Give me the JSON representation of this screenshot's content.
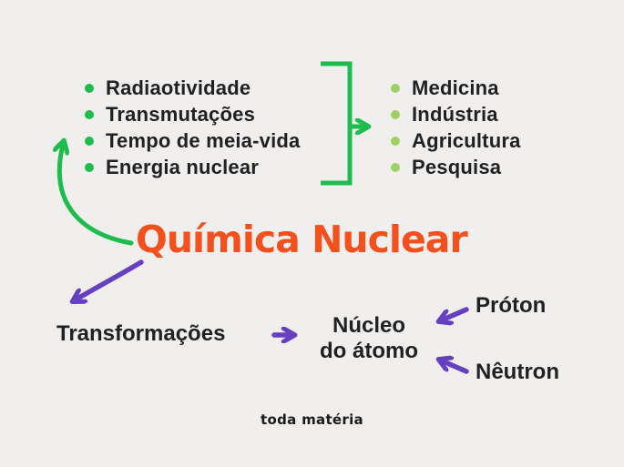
{
  "background": "#f0efee",
  "colors": {
    "green": "#1ebc4d",
    "light_green": "#9ed162",
    "orange": "#f4501e",
    "purple": "#6540c1",
    "text": "#212121"
  },
  "title": {
    "text": "Química Nuclear"
  },
  "concepts": {
    "items": [
      "Radiaotividade",
      "Transmutações",
      "Tempo de meia-vida",
      "Energia nuclear"
    ]
  },
  "applications": {
    "items": [
      "Medicina",
      "Indústria",
      "Agricultura",
      "Pesquisa"
    ]
  },
  "bottom_map": {
    "transformacoes_label": "Transformações",
    "nucleo_line1": "Núcleo",
    "nucleo_line2": "do átomo",
    "proton_label": "Próton",
    "neutron_label": "Nêutron"
  },
  "footer": {
    "brand": "toda matéria"
  }
}
